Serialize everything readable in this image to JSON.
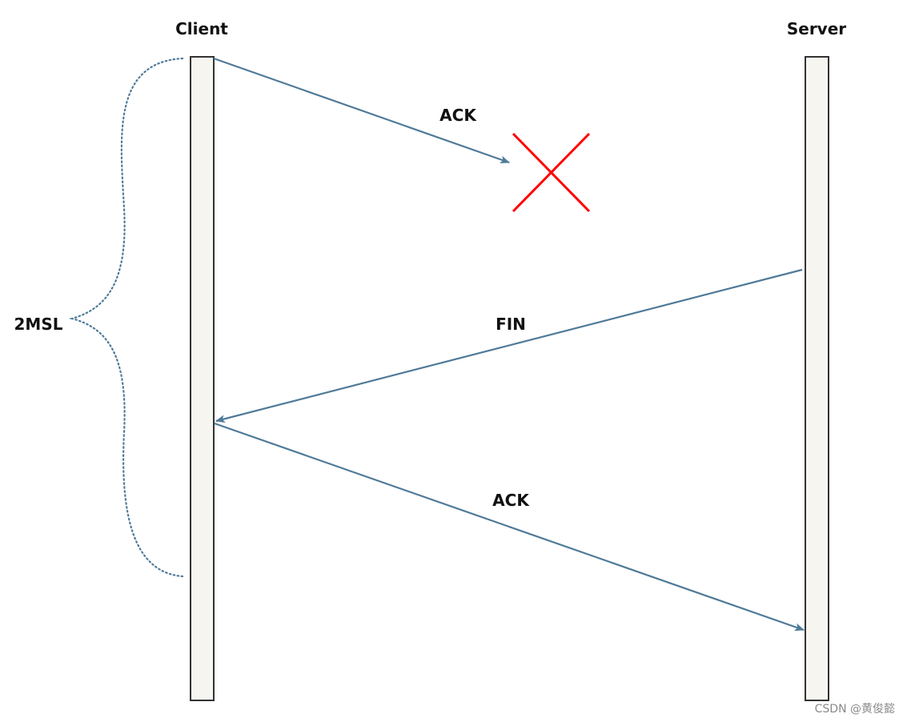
{
  "participants": {
    "client": "Client",
    "server": "Server"
  },
  "messages": [
    {
      "label": "ACK",
      "from": "client",
      "to": "lost",
      "lost": true
    },
    {
      "label": "FIN",
      "from": "server",
      "to": "client",
      "lost": false
    },
    {
      "label": "ACK",
      "from": "client",
      "to": "server",
      "lost": false
    }
  ],
  "brace_label": "2MSL",
  "watermark": "CSDN @黄俊懿",
  "colors": {
    "arrow": "#4f7a98",
    "lost_mark": "#ff0000",
    "lifeline_fill": "#f7f5f0",
    "lifeline_stroke": "#333333",
    "brace": "#4f7a98"
  }
}
